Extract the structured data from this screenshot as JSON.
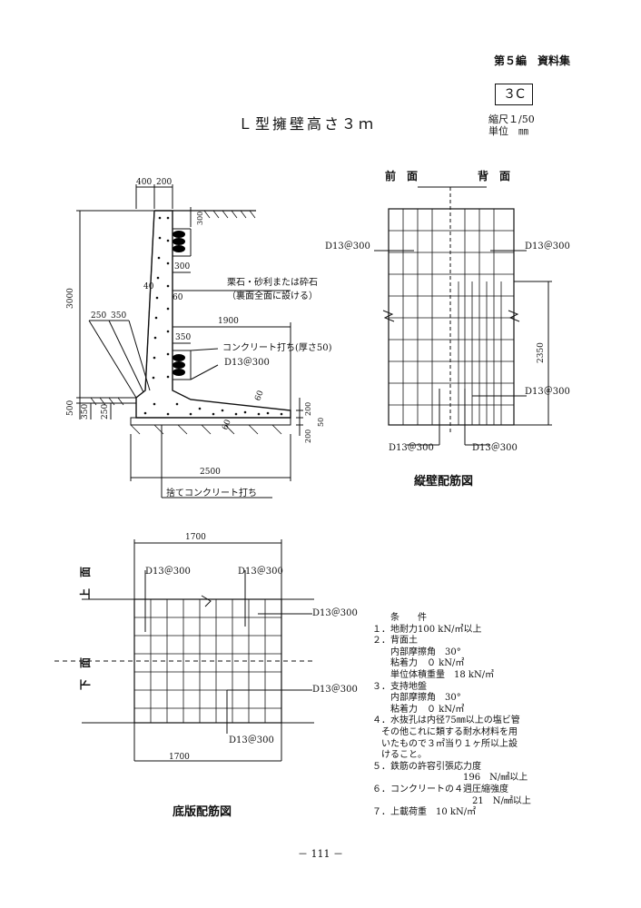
{
  "header": {
    "section": "第５編　資料集",
    "sheet_id": "３C",
    "scale": "縮尺１/50",
    "unit": "単位　㎜"
  },
  "title": "Ｌ型擁壁高さ３ｍ",
  "section_view": {
    "dims": {
      "top_400": "400",
      "top_200": "200",
      "d300_top": "300",
      "d300_mid": "300",
      "d40": "40",
      "d60": "60",
      "d3000": "3000",
      "d250": "250",
      "d350": "350",
      "d1900": "1900",
      "d350b": "350",
      "d500": "500",
      "d350c": "350",
      "d250b": "250",
      "d60b": "60",
      "d60c": "60",
      "d200": "200",
      "d50": "50",
      "d200b": "200",
      "d2500": "2500"
    },
    "labels": {
      "gravel": "栗石・砂利または砕石",
      "gravel_note": "（裏面全面に設ける）",
      "concrete": "コンクリート打ち(厚さ50)",
      "rebar": "D13＠300",
      "lean_concrete": "捨てコンクリート打ち"
    }
  },
  "wall_rebar": {
    "front": "前　面",
    "back": "背　面",
    "d1": "D13＠300",
    "d2": "D13＠300",
    "d3": "D13＠300",
    "d4": "D13＠300",
    "d5": "D13＠300",
    "dim2350": "2350",
    "caption": "縦壁配筋図"
  },
  "base_rebar": {
    "dim_top": "1700",
    "dim_bottom": "1700",
    "d1": "D13＠300",
    "d2": "D13＠300",
    "d3": "D13＠300",
    "d4": "D13＠300",
    "d5": "D13＠300",
    "top_face": "上　面",
    "bottom_face": "下　面",
    "caption": "底版配筋図"
  },
  "conditions": [
    "　　条　　件",
    "１．地耐力100 kN/㎡以上",
    "２．背面土",
    "　　内部摩擦角　30°",
    "　　粘着力　０ kN/㎡",
    "　　単位体積重量　18 kN/㎥",
    "３．支持地盤",
    "　　内部摩擦角　30°",
    "　　粘着力　０ kN/㎡",
    "４．水抜孔は内径75㎜以上の塩ビ管",
    "　その他これに類する耐水材料を用",
    "　いたもので３㎡当り１ヶ所以上設",
    "　けること。",
    "５．鉄筋の許容引張応力度",
    "　　　　　　　　　　196　N/㎟以上",
    "６．コンクリートの４週圧縮強度",
    "　　　　　　　　　　　21　N/㎟以上",
    "７．上載荷重　10 kN/㎡"
  ],
  "page_number": "－ 111 －"
}
